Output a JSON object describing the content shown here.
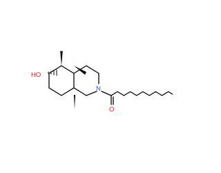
{
  "colors": {
    "bond": "#000000",
    "oxygen": "#ff0d0d",
    "nitrogen": "#3050f8",
    "background": "#ffffff"
  },
  "atoms": {
    "hydroxyl": "HO",
    "nitrogen": "N",
    "carbonyl_oxygen": "O"
  }
}
